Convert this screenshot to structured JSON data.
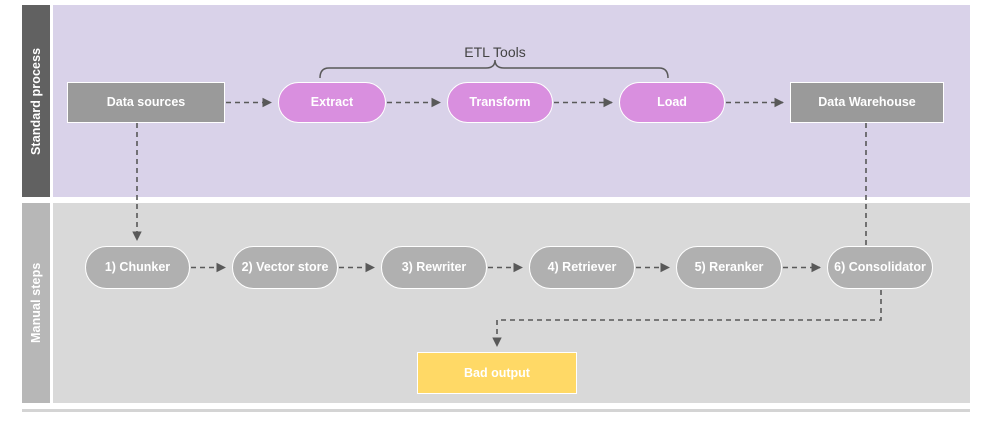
{
  "diagram": {
    "title_annotation": "ETL Tools",
    "lanes": [
      {
        "id": "standard-process",
        "label": "Standard process",
        "label_bg": "#616161",
        "body_bg": "#d9d2e9"
      },
      {
        "id": "manual-steps",
        "label": "Manual steps",
        "label_bg": "#b7b7b7",
        "body_bg": "#d9d9d9"
      }
    ],
    "nodes": {
      "data_sources": {
        "label": "Data sources",
        "shape": "rect",
        "color": "#9a9a9a"
      },
      "extract": {
        "label": "Extract",
        "shape": "pill",
        "color": "#d98fdf"
      },
      "transform": {
        "label": "Transform",
        "shape": "pill",
        "color": "#d98fdf"
      },
      "load": {
        "label": "Load",
        "shape": "pill",
        "color": "#d98fdf"
      },
      "data_warehouse": {
        "label": "Data Warehouse",
        "shape": "rect",
        "color": "#9a9a9a"
      },
      "chunker": {
        "label": "1) Chunker",
        "shape": "pill",
        "color": "#b0b0b0"
      },
      "vector_store": {
        "label": "2) Vector store",
        "shape": "pill",
        "color": "#b0b0b0"
      },
      "rewriter": {
        "label": "3) Rewriter",
        "shape": "pill",
        "color": "#b0b0b0"
      },
      "retriever": {
        "label": "4) Retriever",
        "shape": "pill",
        "color": "#b0b0b0"
      },
      "reranker": {
        "label": "5) Reranker",
        "shape": "pill",
        "color": "#b0b0b0"
      },
      "consolidator": {
        "label": "6) Consolidator",
        "shape": "pill",
        "color": "#b0b0b0"
      },
      "bad_output": {
        "label": "Bad output",
        "shape": "rect",
        "color": "#ffd966"
      }
    },
    "edges": [
      {
        "from": "data_sources",
        "to": "extract",
        "style": "dashed",
        "arrow": true
      },
      {
        "from": "extract",
        "to": "transform",
        "style": "dashed",
        "arrow": true
      },
      {
        "from": "transform",
        "to": "load",
        "style": "dashed",
        "arrow": true
      },
      {
        "from": "load",
        "to": "data_warehouse",
        "style": "dashed",
        "arrow": true
      },
      {
        "from": "data_sources",
        "to": "chunker",
        "style": "dashed",
        "arrow": true
      },
      {
        "from": "chunker",
        "to": "vector_store",
        "style": "dashed",
        "arrow": true
      },
      {
        "from": "vector_store",
        "to": "rewriter",
        "style": "dashed",
        "arrow": true
      },
      {
        "from": "rewriter",
        "to": "retriever",
        "style": "dashed",
        "arrow": true
      },
      {
        "from": "retriever",
        "to": "reranker",
        "style": "dashed",
        "arrow": true
      },
      {
        "from": "reranker",
        "to": "consolidator",
        "style": "dashed",
        "arrow": true
      },
      {
        "from": "data_warehouse",
        "to": "consolidator",
        "style": "dashed",
        "arrow": false
      },
      {
        "from": "consolidator",
        "to": "bad_output",
        "style": "dashed",
        "arrow": true
      }
    ],
    "bracket": {
      "label": "ETL Tools",
      "spans": [
        "extract",
        "load"
      ],
      "color": "#595959"
    },
    "edge_color": "#595959"
  }
}
